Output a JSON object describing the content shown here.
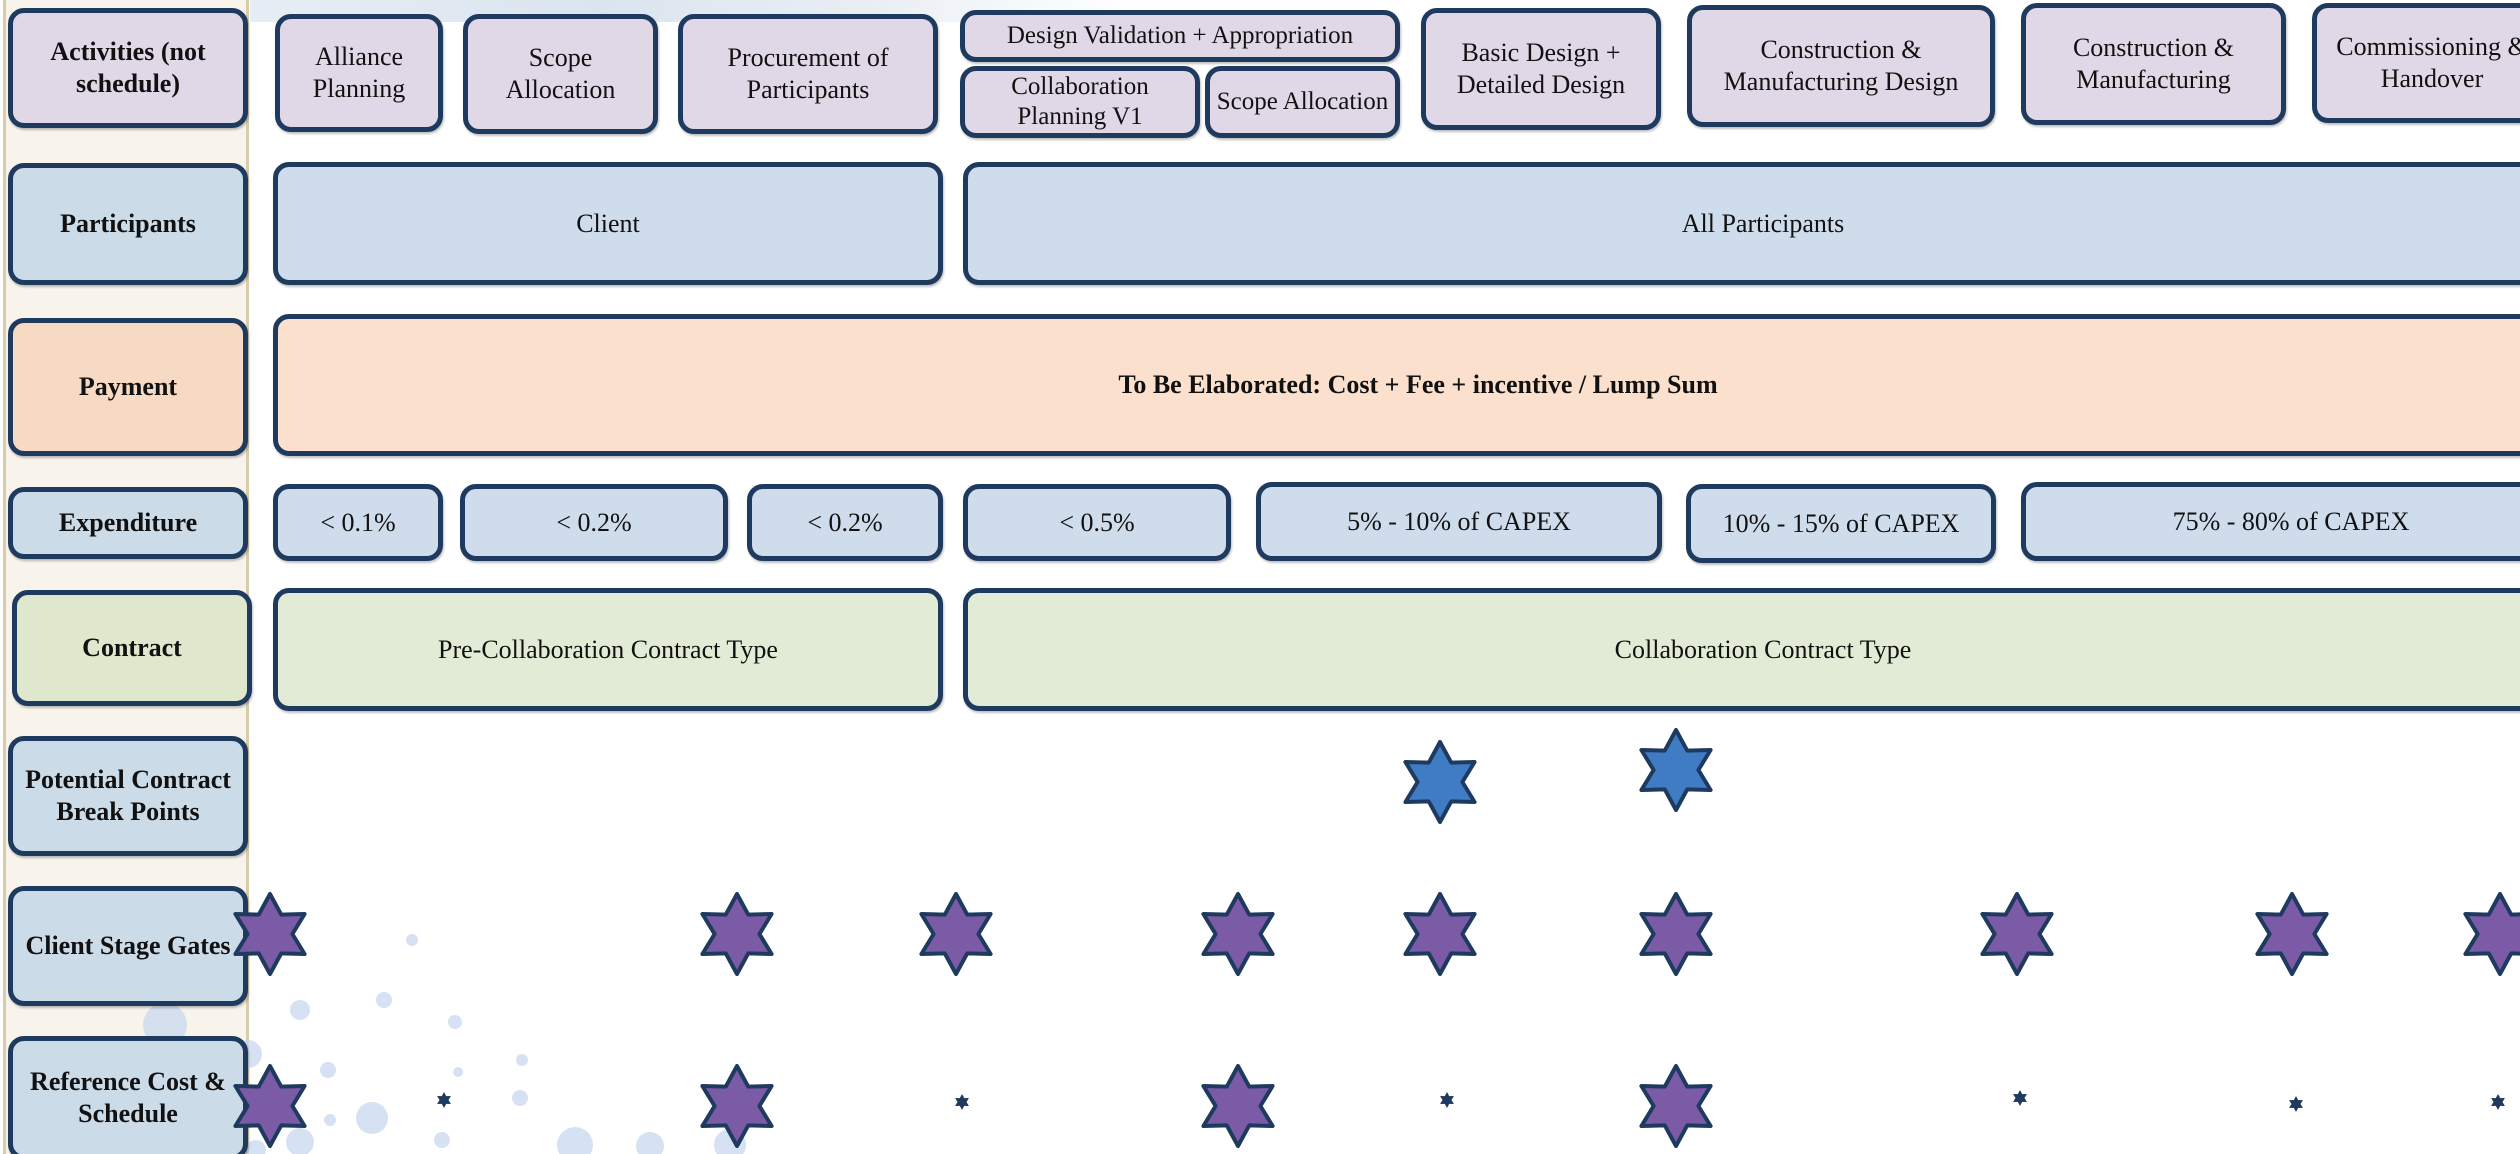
{
  "rows": {
    "activities": "Activities (not schedule)",
    "participants": "Participants",
    "payment": "Payment",
    "expenditure": "Expenditure",
    "contract": "Contract",
    "break_points": "Potential Contract Break Points",
    "stage_gates": "Client Stage Gates",
    "reference": "Reference Cost & Schedule"
  },
  "activities": {
    "alliance_planning": "Alliance Planning",
    "scope_allocation_1": "Scope Allocation",
    "procurement": "Procurement of Participants",
    "design_validation": "Design Validation + Appropriation",
    "collab_planning": "Collaboration Planning V1",
    "scope_allocation_2": "Scope Allocation",
    "basic_design": "Basic Design + Detailed Design",
    "construction_design": "Construction & Manufacturing Design",
    "construction_manufacturing": "Construction & Manufacturing",
    "commissioning": "Commissioning & Handover"
  },
  "participants": {
    "client": "Client",
    "all": "All Participants"
  },
  "payment": {
    "text": "To Be Elaborated: Cost + Fee + incentive / Lump Sum"
  },
  "expenditure": [
    "< 0.1%",
    "< 0.2%",
    "< 0.2%",
    "< 0.5%",
    "5% - 10% of CAPEX",
    "10% - 15% of CAPEX",
    "75% - 80% of CAPEX"
  ],
  "contract": {
    "pre": "Pre-Collaboration Contract Type",
    "collab": "Collaboration Contract Type"
  },
  "colors": {
    "border": "#1f3a5f",
    "star_blue": "#3f7cc4",
    "star_purple": "#7b5aa6",
    "bubble": "#c9d8ef"
  }
}
